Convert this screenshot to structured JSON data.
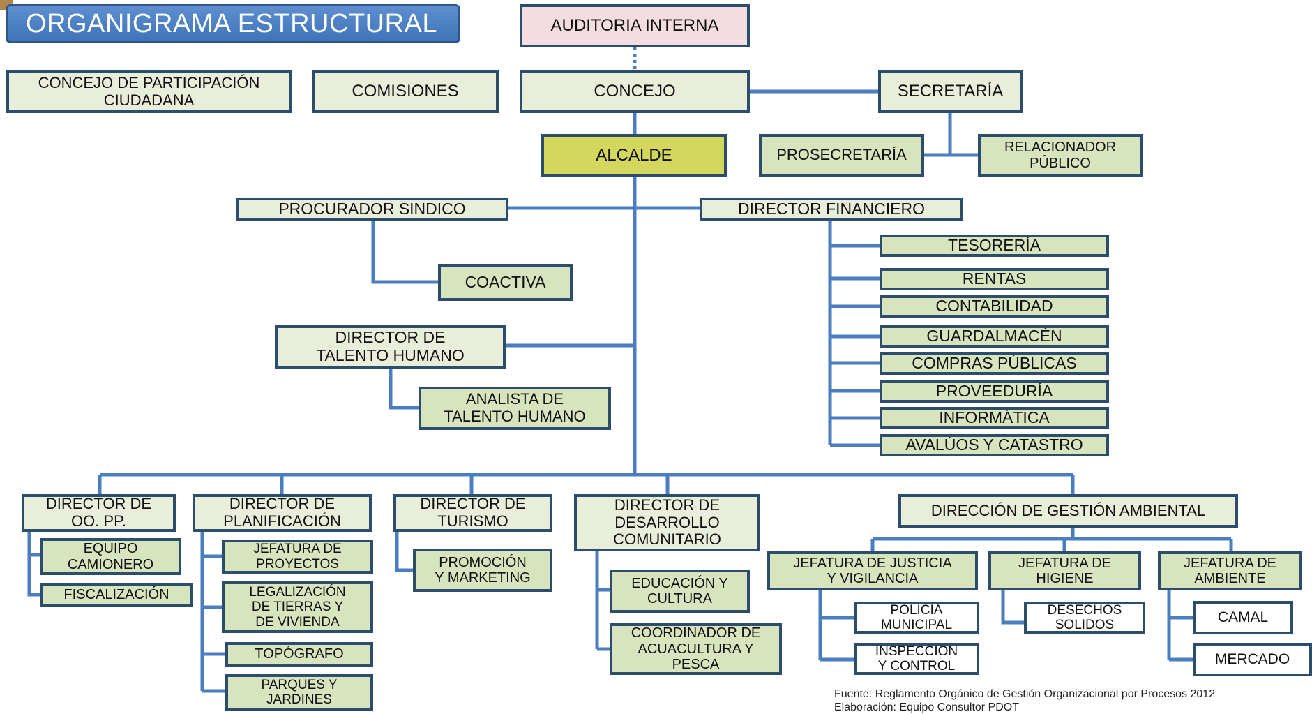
{
  "title": "ORGANIGRAMA ESTRUCTURAL",
  "colors": {
    "line": "#4a7ebf",
    "dotted_line": "#4a7ebf",
    "box_border": "#2c4d6b",
    "box_light": "#e9eedb",
    "box_green": "#d7e4bd",
    "box_pink": "#f4dde0",
    "box_alcalde": "#d3d75e",
    "title_bg": "#4a80c4"
  },
  "boxes": {
    "auditoria": "AUDITORIA INTERNA",
    "concejo_participacion": "CONCEJO DE PARTICIPACIÓN\nCIUDADANA",
    "comisiones": "COMISIONES",
    "concejo": "CONCEJO",
    "secretaria": "SECRETARÍA",
    "alcalde": "ALCALDE",
    "prosecretaria": "PROSECRETARÍA",
    "relacionador": "RELACIONADOR\nPÚBLICO",
    "procurador": "PROCURADOR SINDICO",
    "director_financiero": "DIRECTOR FINANCIERO",
    "coactiva": "COACTIVA",
    "director_talento": "DIRECTOR DE\nTALENTO HUMANO",
    "analista_talento": "ANALISTA DE\nTALENTO HUMANO",
    "tesoreria": "TESORERÍA",
    "rentas": "RENTAS",
    "contabilidad": "CONTABILIDAD",
    "guardalmacen": "GUARDALMACÉN",
    "compras": "COMPRAS PÚBLICAS",
    "proveeduria": "PROVEEDURÍA",
    "informatica": "INFORMÁTICA",
    "avaluos": "AVALÚOS Y CATASTRO",
    "director_oopp": "DIRECTOR DE\nOO. PP.",
    "equipo_camionero": "EQUIPO\nCAMIONERO",
    "fiscalizacion": "FISCALIZACIÓN",
    "director_planificacion": "DIRECTOR DE\nPLANIFICACIÓN",
    "jefatura_proyectos": "JEFATURA DE\nPROYECTOS",
    "legalizacion": "LEGALIZACIÓN\nDE TIERRAS Y\nDE VIVIENDA",
    "topografo": "TOPÓGRAFO",
    "parques": "PARQUES Y\nJARDINES",
    "director_turismo": "DIRECTOR DE\nTURISMO",
    "promocion": "PROMOCIÓN\nY MARKETING",
    "director_desarrollo": "DIRECTOR DE\nDESARROLLO\nCOMUNITARIO",
    "educacion": "EDUCACIÓN Y\nCULTURA",
    "acuacultura": "COORDINADOR DE\nACUACULTURA Y\nPESCA",
    "gestion_ambiental": "DIRECCIÓN DE GESTIÓN AMBIENTAL",
    "jefatura_justicia": "JEFATURA DE JUSTICIA\nY VIGILANCIA",
    "policia": "POLICÍA\nMUNICIPAL",
    "inspeccion": "INSPECCIÓN\nY CONTROL",
    "jefatura_higiene": "JEFATURA DE\nHIGIENE",
    "desechos": "DESECHOS\nSOLIDOS",
    "jefatura_ambiente": "JEFATURA DE\nAMBIENTE",
    "camal": "CAMAL",
    "mercado": "MERCADO"
  },
  "footer": {
    "fuente": "Fuente: Reglamento Orgánico de Gestión Organizacional por Procesos 2012",
    "elaboracion": "Elaboración: Equipo Consultor PDOT"
  }
}
